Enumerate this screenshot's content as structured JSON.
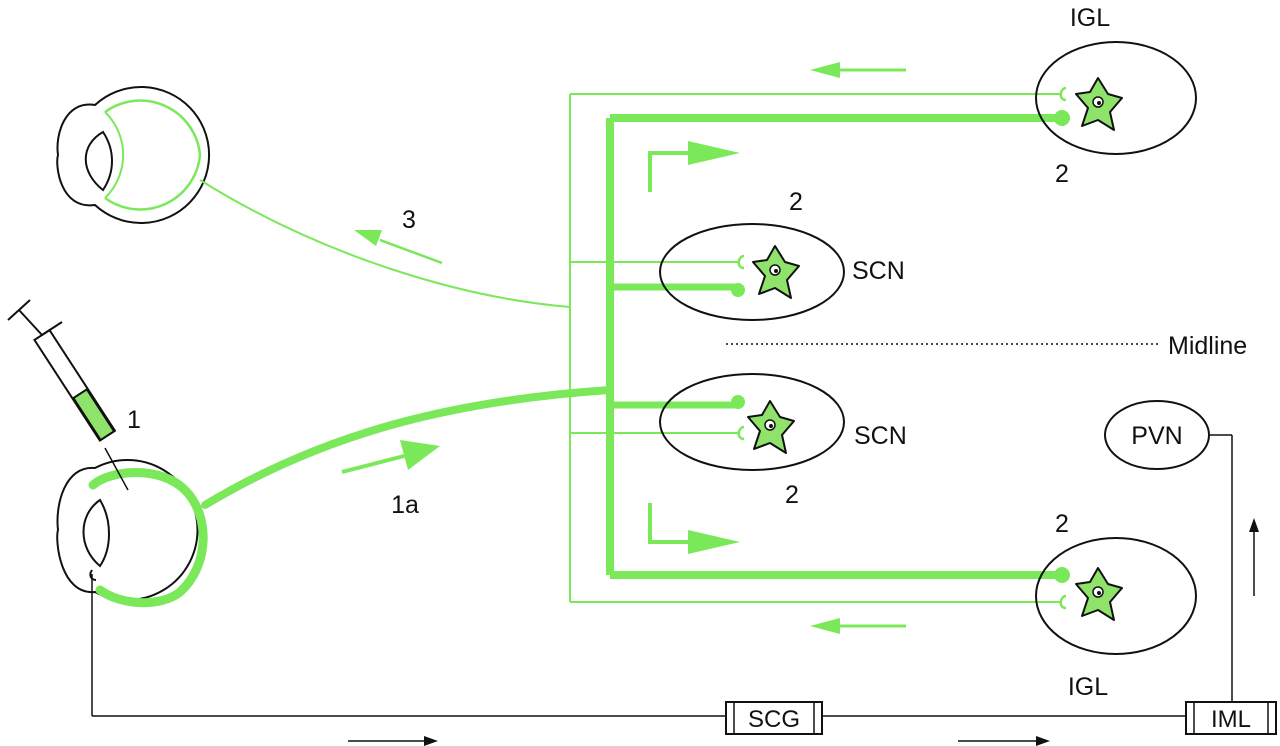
{
  "colors": {
    "tracer": "#7be85a",
    "tracer_fill": "#8fe26a",
    "outline": "#111111",
    "background": "#ffffff"
  },
  "labels": {
    "step_1": "1",
    "step_1a": "1a",
    "step_2_top_igl": "2",
    "step_2_upper_scn": "2",
    "step_2_lower_scn": "2",
    "step_2_bottom_igl": "2",
    "step_3": "3",
    "igl_top": "IGL",
    "igl_bottom": "IGL",
    "scn_upper": "SCN",
    "scn_lower": "SCN",
    "midline": "Midline",
    "pvn": "PVN",
    "scg": "SCG",
    "iml": "IML"
  },
  "icons": {
    "syringe": "syringe-icon",
    "injected_eye": "eye-icon",
    "contralateral_eye": "eye-icon",
    "neuron": "neuron-icon"
  }
}
